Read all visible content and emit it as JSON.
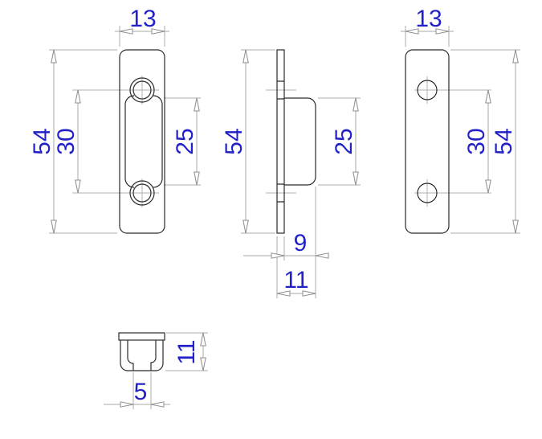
{
  "drawing": {
    "colors": {
      "dimension_text": "#2222c8",
      "geometry_line": "#2b2b2b",
      "dimension_line": "#a8a8a8",
      "background": "#ffffff"
    },
    "views": {
      "front": {
        "dims": {
          "width": "13",
          "overall_height": "54",
          "hole_spacing": "30",
          "pad_height": "25"
        }
      },
      "side": {
        "dims": {
          "overall_height": "54",
          "pad_height": "25",
          "pad_depth": "9",
          "overall_depth": "11"
        }
      },
      "back": {
        "dims": {
          "width": "13",
          "hole_spacing": "30",
          "overall_height": "54"
        }
      },
      "bottom": {
        "dims": {
          "overall_depth": "11",
          "slot_width": "5"
        }
      }
    }
  }
}
